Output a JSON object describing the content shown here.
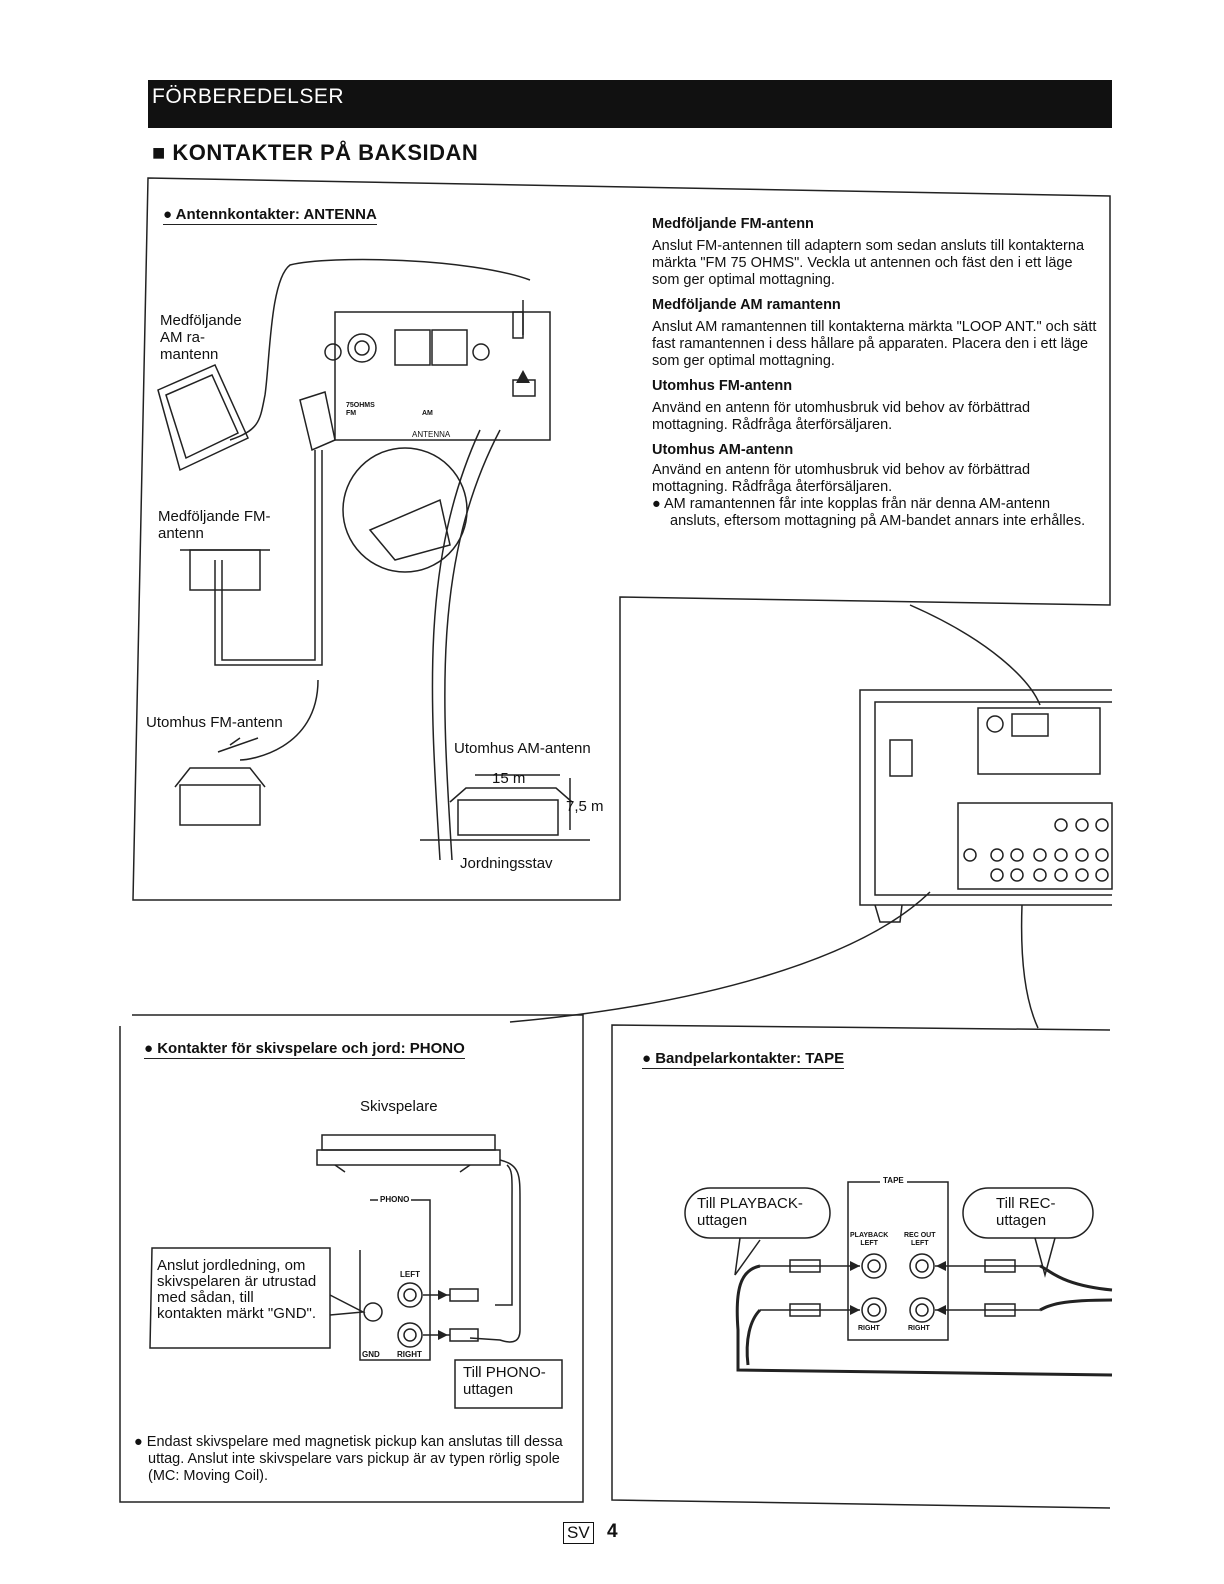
{
  "header": {
    "title": "FÖRBEREDELSER"
  },
  "section": {
    "title": "■ KONTAKTER PÅ BAKSIDAN"
  },
  "antenna": {
    "subheading": "● Antennkontakter: ANTENNA",
    "labels": {
      "am_loop": "Medföljande\nAM ra-\nmantenn",
      "fm_supplied": "Medföljande FM-\nantenn",
      "outdoor_fm": "Utomhus FM-antenn",
      "outdoor_am": "Utomhus AM-antenn",
      "distance": "15 m",
      "height": "7,5 m",
      "ground_rod": "Jordningsstav",
      "fm_terminal": "75OHMS\nFM",
      "am_terminal": "AM",
      "antenna_terminal": "ANTENNA"
    },
    "text": [
      {
        "heading": "Medföljande FM-antenn",
        "body": "Anslut FM-antennen till adaptern som sedan ansluts till kontakterna märkta \"FM 75 OHMS\". Veckla ut antennen och fäst den i ett läge som ger optimal mottagning."
      },
      {
        "heading": "Medföljande AM ramantenn",
        "body": "Anslut AM ramantennen till kontakterna märkta \"LOOP ANT.\" och sätt fast ramantennen i dess hållare på apparaten. Placera den i ett läge som ger optimal mottagning."
      },
      {
        "heading": "Utomhus FM-antenn",
        "body": "Använd en antenn för utomhusbruk vid behov av förbättrad mottagning. Rådfråga återförsäljaren."
      },
      {
        "heading": "Utomhus AM-antenn",
        "body": "Använd en antenn för utomhusbruk vid behov av förbättrad mottagning. Rådfråga återförsäljaren."
      }
    ],
    "bullet": "● AM ramantennen får inte kopplas från när denna AM-antenn ansluts, eftersom mottagning på AM-bandet annars inte erhålles."
  },
  "phono": {
    "subheading": "● Kontakter för skivspelare och jord: PHONO",
    "turntable": "Skivspelare",
    "panel_label": "PHONO",
    "left": "LEFT",
    "right": "RIGHT",
    "gnd": "GND",
    "ground_note": "Anslut jordledning, om skivspelaren är utrustad med sådan, till kontakten märkt \"GND\".",
    "to_jack": "Till PHONO-\nuttagen",
    "footnote": "● Endast skivspelare med magnetisk pickup kan anslutas till dessa uttag. Anslut inte skivspelare vars pickup är av typen rörlig spole (MC: Moving Coil)."
  },
  "tape": {
    "subheading": "● Bandpelarkontakter: TAPE",
    "panel_label": "TAPE",
    "playback_left": "PLAYBACK\nLEFT",
    "rec_left": "REC OUT\nLEFT",
    "right": "RIGHT",
    "to_playback": "Till PLAYBACK-\nuttagen",
    "to_rec": "Till REC-\nuttagen"
  },
  "footer": {
    "lang": "SV",
    "page": "4"
  }
}
